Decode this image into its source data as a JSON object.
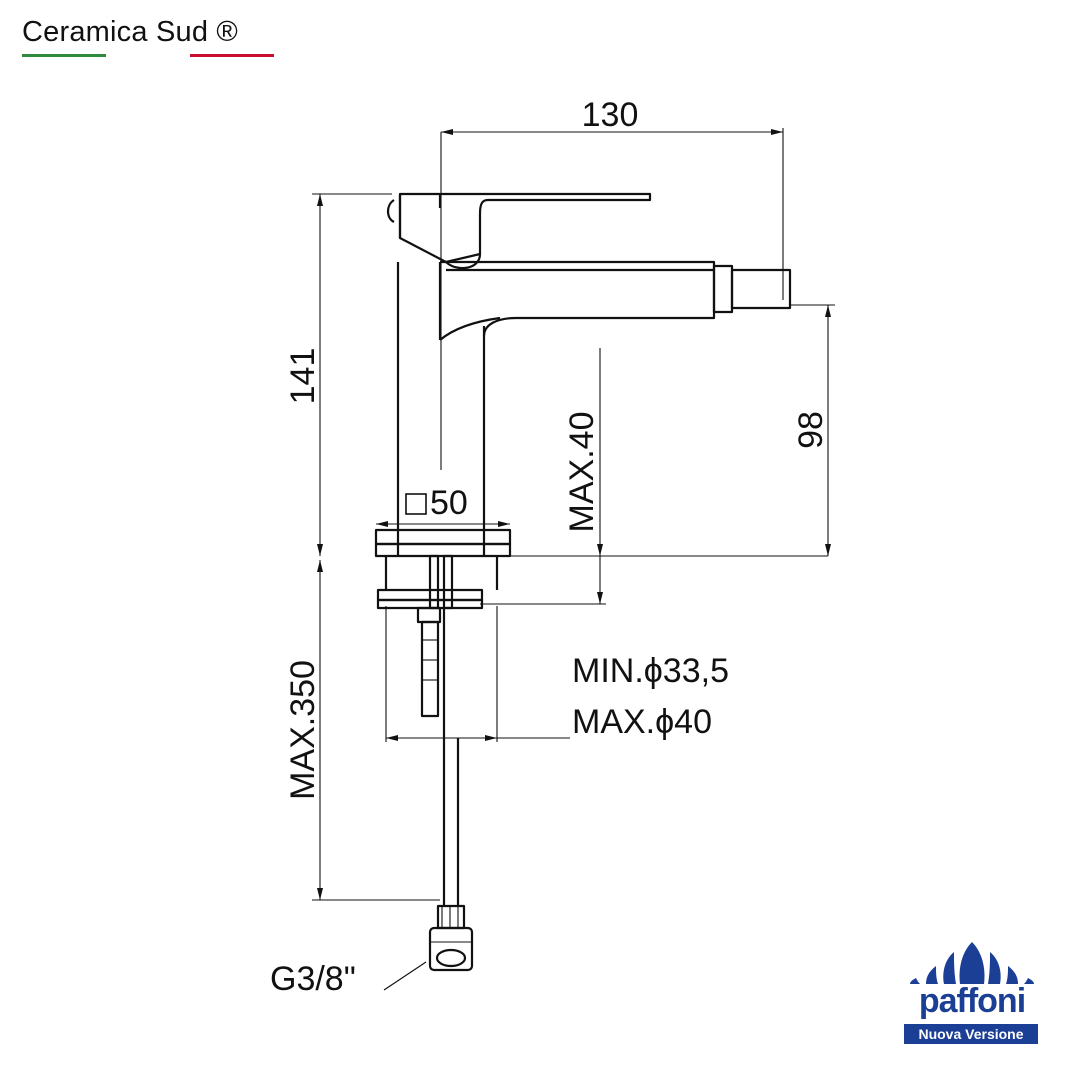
{
  "brand": {
    "name": "Ceramica Sud ®",
    "flag_colors": [
      "#2e8b3e",
      "#ffffff",
      "#c8102e"
    ]
  },
  "dimensions": {
    "width_130": "130",
    "height_141": "141",
    "spout_98": "98",
    "max_40": "MAX.40",
    "base_50": "50",
    "max_350": "MAX.350",
    "hole_min": "MIN.ϕ33,5",
    "hole_max": "MAX.ϕ40",
    "connector": "G3/8\""
  },
  "logo": {
    "name": "paffoni",
    "tagline": "Nuova Versione",
    "color": "#1b3f95"
  }
}
